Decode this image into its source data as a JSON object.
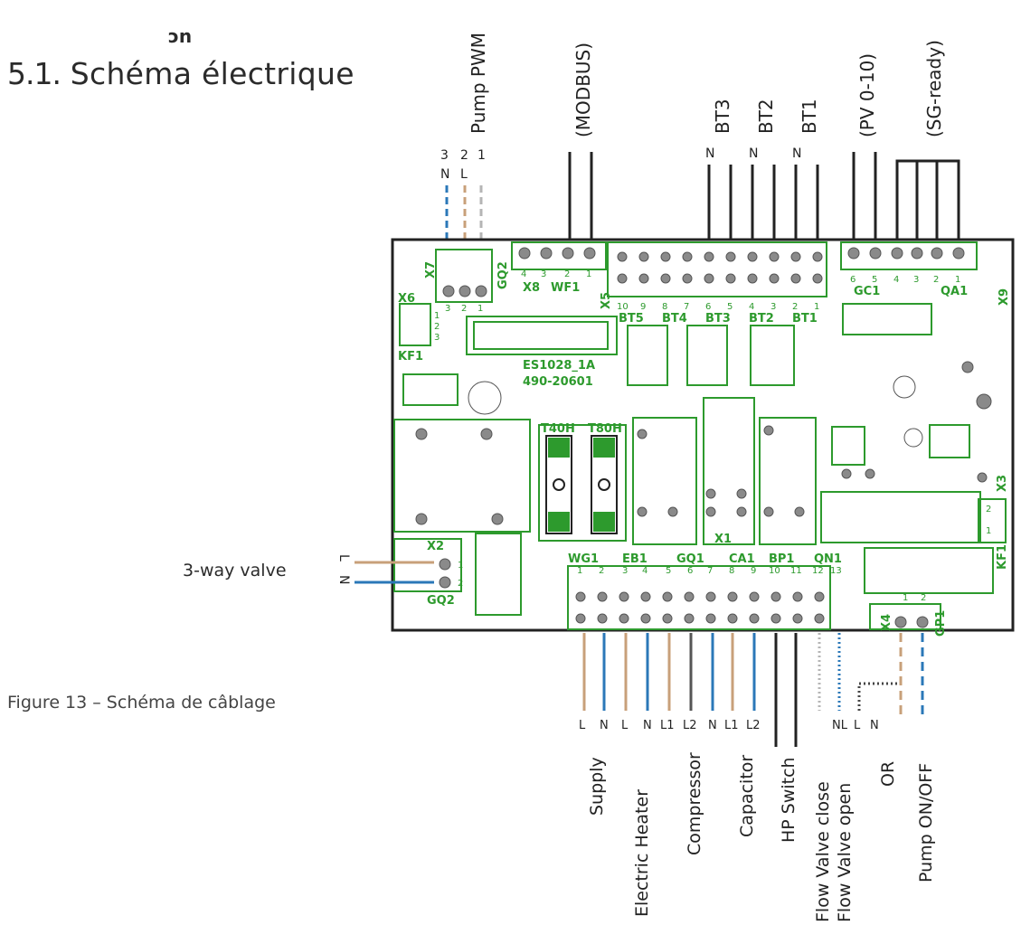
{
  "header": {
    "fragment": "ɔn",
    "section_number": "5.1.",
    "section_title": "Schéma électrique"
  },
  "figure": {
    "caption": "Figure 13 – Schéma de câblage"
  },
  "left_connection": {
    "label": "3-way valve",
    "wires": [
      "L",
      "N"
    ],
    "connector": "X2",
    "pins": [
      "1",
      "2"
    ],
    "part": "GQ2"
  },
  "top_connections": {
    "pump_pwm": {
      "label": "Pump PWM",
      "pins": [
        "3",
        "2",
        "1"
      ],
      "wires": [
        "N",
        "L"
      ]
    },
    "modbus": {
      "label": "(MODBUS)"
    },
    "sensors": [
      {
        "label": "BT3",
        "wire": "N"
      },
      {
        "label": "BT2",
        "wire": "N"
      },
      {
        "label": "BT1",
        "wire": "N"
      }
    ],
    "pv": {
      "label": "(PV 0-10)"
    },
    "sg_ready": {
      "label": "(SG-ready)"
    }
  },
  "bottom_connections": {
    "wire_letters": [
      "L",
      "N",
      "L",
      "N",
      "L1",
      "L2",
      "N",
      "L1",
      "L2"
    ],
    "right_wire_letters": [
      "NL",
      "L",
      "N"
    ],
    "labels": [
      "Supply",
      "Electric Heater",
      "Compressor",
      "Capacitor",
      "HP Switch",
      "Flow Valve close",
      "Flow Valve open",
      "OR",
      "Pump ON/OFF"
    ]
  },
  "board": {
    "top_blocks": [
      {
        "name": "X8",
        "pins": [
          "4",
          "3"
        ]
      },
      {
        "name": "WF1",
        "pins": [
          "2",
          "1"
        ]
      },
      {
        "name": "X5"
      },
      {
        "name": "BT5",
        "pins": [
          "10",
          "9"
        ]
      },
      {
        "name": "BT4",
        "pins": [
          "8",
          "7"
        ]
      },
      {
        "name": "BT3",
        "pins": [
          "6",
          "5"
        ]
      },
      {
        "name": "BT2",
        "pins": [
          "4",
          "3"
        ]
      },
      {
        "name": "BT1",
        "pins": [
          "2",
          "1"
        ]
      },
      {
        "name": "GC1",
        "pins": [
          "6",
          "5"
        ]
      },
      {
        "name": "QA1",
        "pins": [
          "4",
          "3",
          "2",
          "1"
        ]
      },
      {
        "name": "X9"
      }
    ],
    "left_blocks": [
      {
        "name": "X7",
        "pins": [
          "3",
          "2",
          "1"
        ]
      },
      {
        "name": "GQ2"
      },
      {
        "name": "X6",
        "pins": [
          "1",
          "2",
          "3"
        ]
      },
      {
        "name": "KF1"
      }
    ],
    "chip_label": "ES1028_1A",
    "chip_code": "490-20601",
    "fuses": [
      "T40H",
      "T80H"
    ],
    "center_label": "X1",
    "bottom_blocks": [
      {
        "name": "WG1",
        "pins": [
          "1",
          "2"
        ]
      },
      {
        "name": "EB1",
        "pins": [
          "3",
          "4"
        ]
      },
      {
        "name": "GQ1",
        "pins": [
          "5",
          "6",
          "7"
        ]
      },
      {
        "name": "CA1",
        "pins": [
          "8",
          "9"
        ]
      },
      {
        "name": "BP1",
        "pins": [
          "10",
          "11"
        ]
      },
      {
        "name": "QN1",
        "pins": [
          "12",
          "13"
        ]
      }
    ],
    "right_blocks": [
      {
        "name": "X3"
      },
      {
        "name": "KF1",
        "pins": [
          "2",
          "1"
        ]
      },
      {
        "name": "X4"
      },
      {
        "name": "GP1",
        "pins": [
          "1",
          "2"
        ]
      }
    ]
  },
  "colors": {
    "board_green": "#2d9a2d",
    "wire_brown": "#c8a07a",
    "wire_blue": "#2b78b8",
    "wire_black": "#222222",
    "wire_grey": "#b5b5b5"
  }
}
